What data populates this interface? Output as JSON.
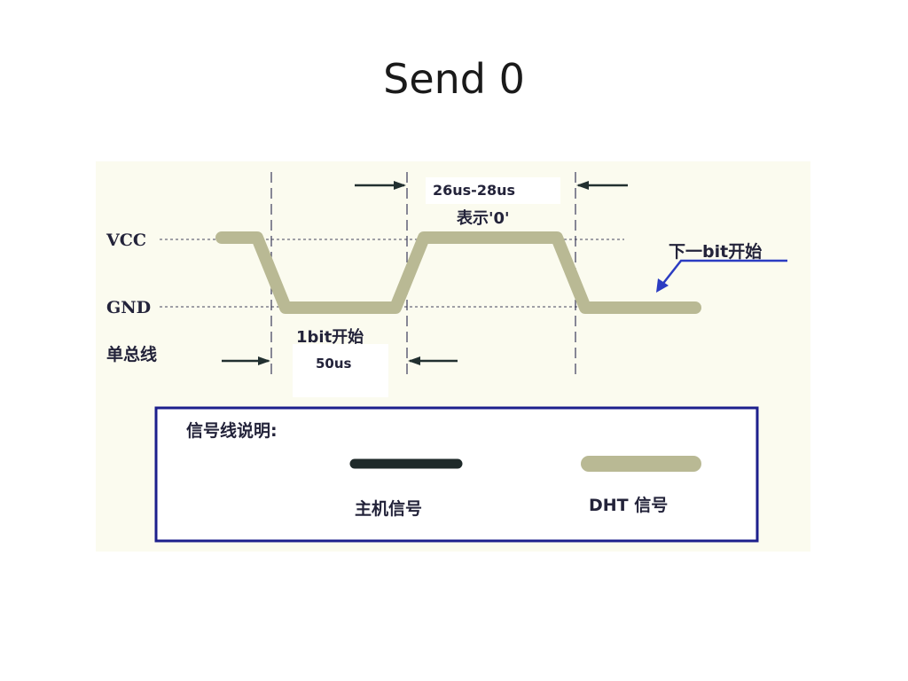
{
  "slide": {
    "title": "Send 0"
  },
  "diagram": {
    "colors": {
      "background": "#fbfbef",
      "dht_signal": "#b9b994",
      "host_signal": "#1f2a2a",
      "border": "#1c1f8c",
      "arrow": "#2b3cc2"
    },
    "levels": {
      "vcc": "VCC",
      "gnd": "GND"
    },
    "bus_label": "单总线",
    "timing": {
      "low_duration": "50us",
      "low_label": "1bit开始",
      "high_duration": "26us-28us",
      "high_label": "表示'0'"
    },
    "next_bit_label": "下一bit开始",
    "legend": {
      "title": "信号线说明:",
      "host_label": "主机信号",
      "dht_label": "DHT 信号"
    }
  }
}
